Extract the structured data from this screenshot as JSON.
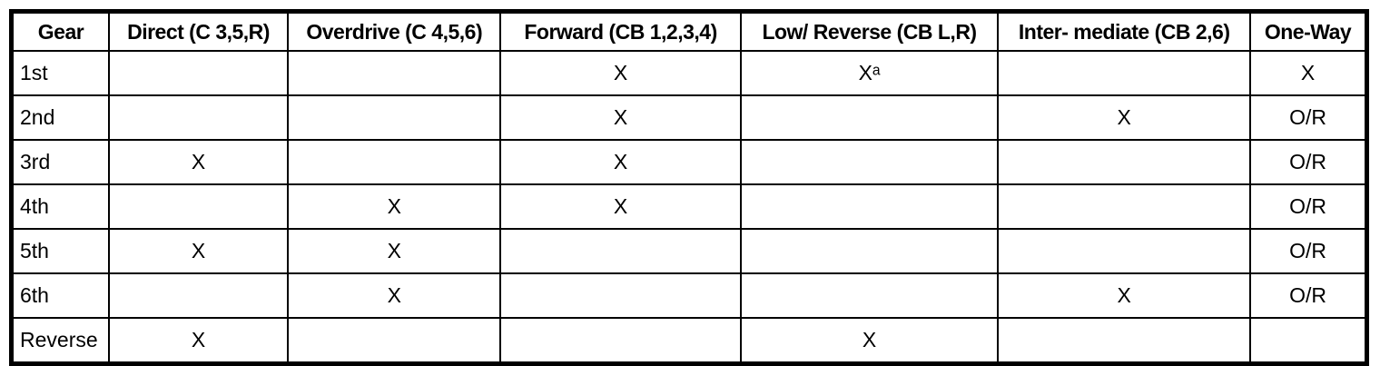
{
  "colors": {
    "border": "#000000",
    "background": "#ffffff",
    "text": "#000000"
  },
  "table": {
    "columns": [
      "Gear",
      "Direct (C 3,5,R)",
      "Overdrive (C 4,5,6)",
      "Forward (CB 1,2,3,4)",
      "Low/ Reverse (CB L,R)",
      "Inter- mediate (CB 2,6)",
      "One-Way"
    ],
    "rows": [
      {
        "gear": "1st",
        "cells": [
          "",
          "",
          "X",
          "Xᵃ",
          "",
          "X"
        ]
      },
      {
        "gear": "2nd",
        "cells": [
          "",
          "",
          "X",
          "",
          "X",
          "O/R"
        ]
      },
      {
        "gear": "3rd",
        "cells": [
          "X",
          "",
          "X",
          "",
          "",
          "O/R"
        ]
      },
      {
        "gear": "4th",
        "cells": [
          "",
          "X",
          "X",
          "",
          "",
          "O/R"
        ]
      },
      {
        "gear": "5th",
        "cells": [
          "X",
          "X",
          "",
          "",
          "",
          "O/R"
        ]
      },
      {
        "gear": "6th",
        "cells": [
          "",
          "X",
          "",
          "",
          "X",
          "O/R"
        ]
      },
      {
        "gear": "Reverse",
        "cells": [
          "X",
          "",
          "",
          "X",
          "",
          ""
        ]
      }
    ]
  },
  "chart_data": {
    "type": "table",
    "title": "",
    "columns": [
      "Gear",
      "Direct (C 3,5,R)",
      "Overdrive (C 4,5,6)",
      "Forward (CB 1,2,3,4)",
      "Low/ Reverse (CB L,R)",
      "Inter- mediate (CB 2,6)",
      "One-Way"
    ],
    "rows": [
      [
        "1st",
        "",
        "",
        "X",
        "Xᵃ",
        "",
        "X"
      ],
      [
        "2nd",
        "",
        "",
        "X",
        "",
        "X",
        "O/R"
      ],
      [
        "3rd",
        "X",
        "",
        "X",
        "",
        "",
        "O/R"
      ],
      [
        "4th",
        "",
        "X",
        "X",
        "",
        "",
        "O/R"
      ],
      [
        "5th",
        "X",
        "X",
        "",
        "",
        "",
        "O/R"
      ],
      [
        "6th",
        "",
        "X",
        "",
        "",
        "X",
        "O/R"
      ],
      [
        "Reverse",
        "X",
        "",
        "",
        "X",
        "",
        ""
      ]
    ]
  }
}
